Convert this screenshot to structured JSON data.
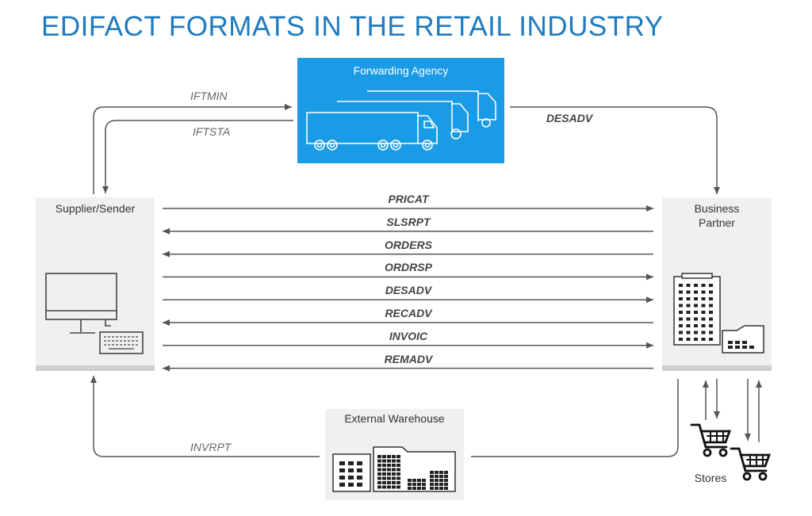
{
  "title": "EDIFACT FORMATS IN THE RETAIL INDUSTRY",
  "nodes": {
    "forwarding_agency": "Forwarding Agency",
    "supplier": "Supplier/Sender",
    "business_partner_line1": "Business",
    "business_partner_line2": "Partner",
    "external_warehouse": "External Warehouse",
    "stores": "Stores"
  },
  "messages": [
    {
      "label": "PRICAT",
      "direction": "right"
    },
    {
      "label": "SLSRPT",
      "direction": "left"
    },
    {
      "label": "ORDERS",
      "direction": "left"
    },
    {
      "label": "ORDRSP",
      "direction": "right"
    },
    {
      "label": "DESADV",
      "direction": "right"
    },
    {
      "label": "RECADV",
      "direction": "left"
    },
    {
      "label": "INVOIC",
      "direction": "right"
    },
    {
      "label": "REMADV",
      "direction": "left"
    }
  ],
  "side_messages": {
    "iftmin": "IFTMIN",
    "iftsta": "IFTSTA",
    "desadv_agency": "DESADV",
    "invrpt": "INVRPT"
  },
  "colors": {
    "title": "#1f7bbf",
    "agency": "#1a9be6",
    "box": "#f0f0f0",
    "arrow": "#555555"
  }
}
